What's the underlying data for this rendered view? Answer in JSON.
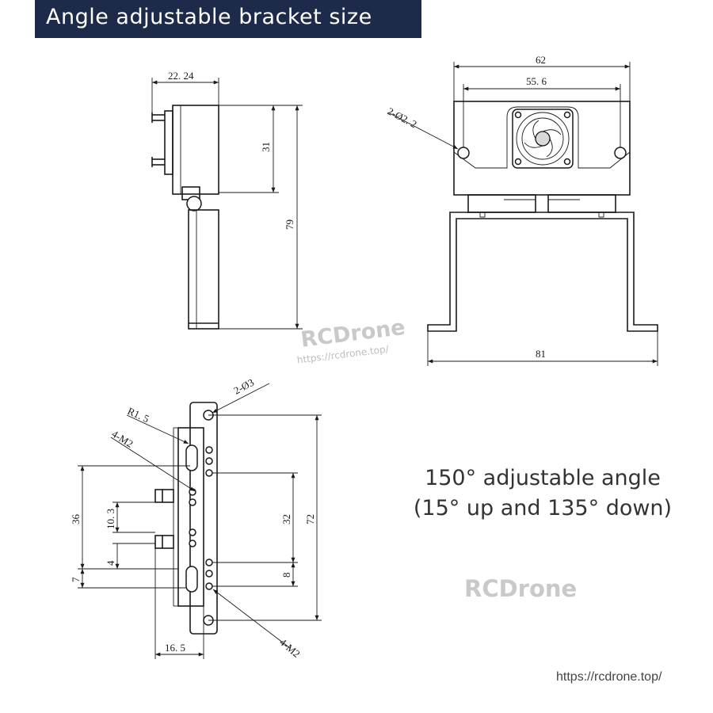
{
  "title": "Angle adjustable bracket size",
  "note": {
    "line1": "150° adjustable angle",
    "line2": "(15° up and 135° down)"
  },
  "watermark": {
    "brand": "RCDrone",
    "url": "https://rcdrone.top/",
    "brand_bottom": "RCDrone"
  },
  "footer_url": "https://rcdrone.top/",
  "dimensions": {
    "side_width": "22. 24",
    "side_upper_height": "31",
    "side_total_height": "79",
    "front_top_width": "62",
    "front_inner_width": "55. 6",
    "front_hole": "2-Ø2. 2",
    "front_base_width": "81",
    "detail_hole": "2-Ø3",
    "detail_radius": "R1. 5",
    "detail_thread_top": "4-M2",
    "detail_dim_36": "36",
    "detail_dim_10_3": "10. 3",
    "detail_dim_4": "4",
    "detail_dim_7": "7",
    "detail_dim_32": "32",
    "detail_dim_72": "72",
    "detail_dim_8": "8",
    "detail_dim_16_5": "16. 5",
    "detail_thread_bottom": "4-M2"
  },
  "icons": [
    "fan-icon"
  ]
}
